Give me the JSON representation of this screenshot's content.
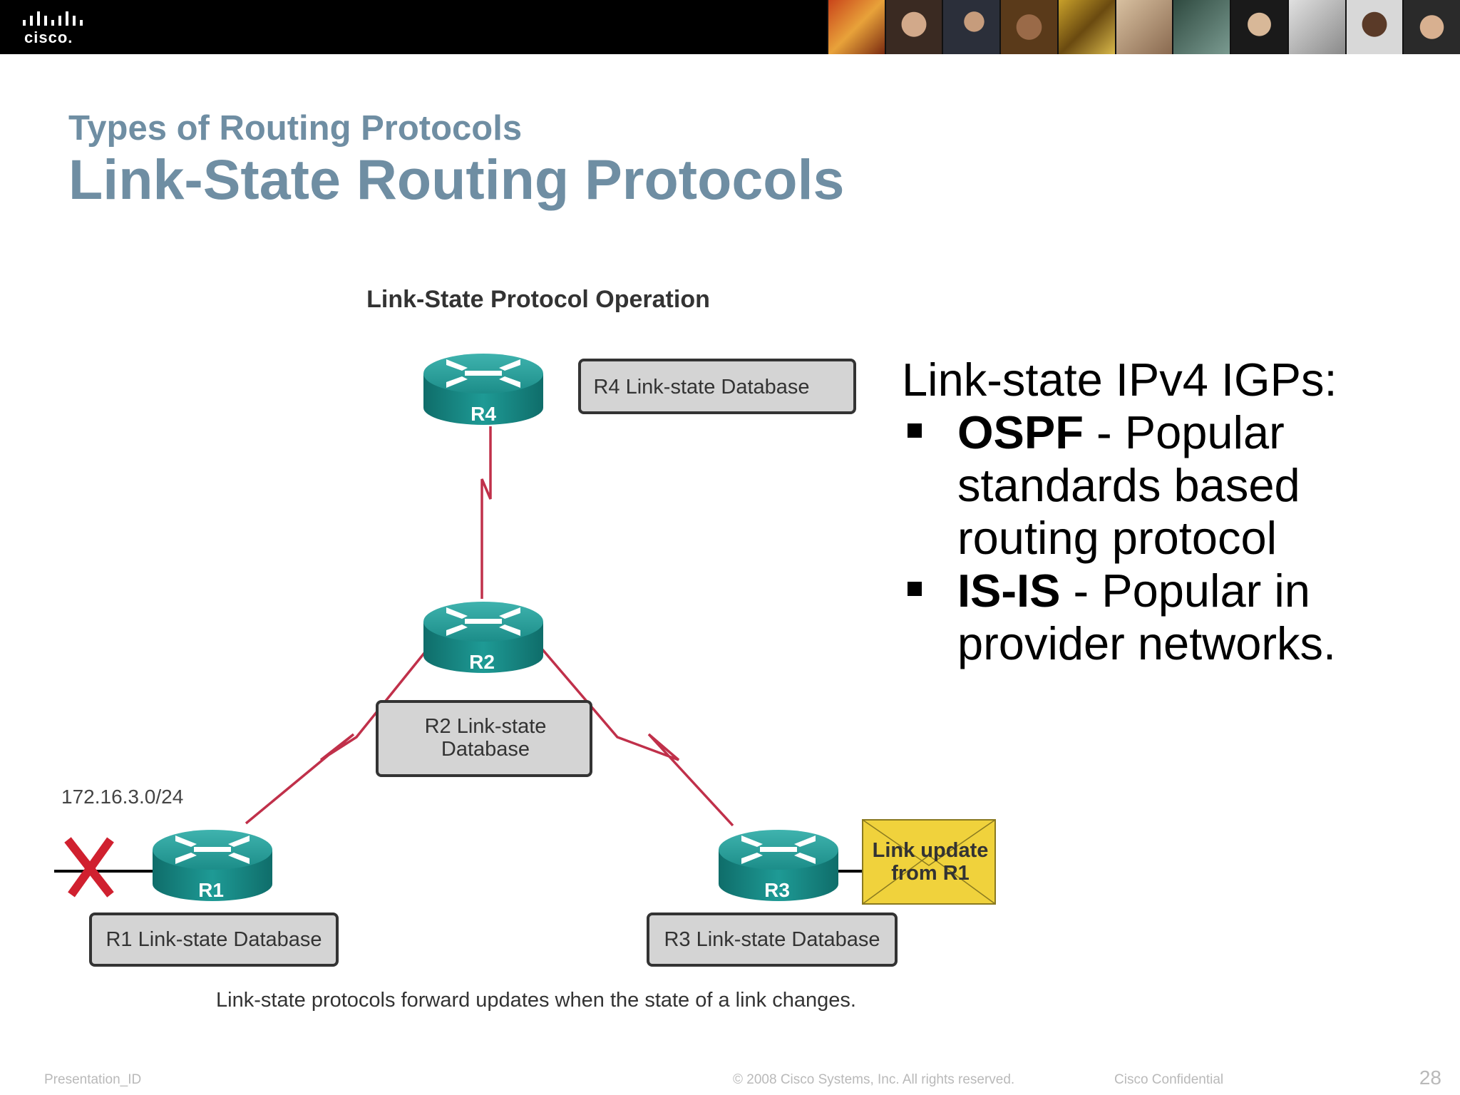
{
  "header": {
    "logo_text": "cisco."
  },
  "slide": {
    "subtitle": "Types of Routing Protocols",
    "title": "Link-State Routing Protocols"
  },
  "diagram": {
    "heading": "Link-State Protocol Operation",
    "routers": {
      "r4": "R4",
      "r2": "R2",
      "r1": "R1",
      "r3": "R3"
    },
    "db": {
      "r4": "R4 Link-state Database",
      "r2_line1": "R2 Link-state",
      "r2_line2": "Database",
      "r1": "R1 Link-state Database",
      "r3": "R3 Link-state Database"
    },
    "network": "172.16.3.0/24",
    "update_line1": "Link update",
    "update_line2": "from R1",
    "caption": "Link-state protocols forward updates when the state of a link changes."
  },
  "bullets": {
    "lead": "Link-state IPv4 IGPs:",
    "items": [
      {
        "term": "OSPF",
        "text": " - Popular standards based routing protocol"
      },
      {
        "term": "IS-IS",
        "text": " - Popular in provider networks."
      }
    ]
  },
  "footer": {
    "left": "Presentation_ID",
    "copyright": "© 2008 Cisco Systems, Inc. All rights reserved.",
    "confidential": "Cisco Confidential",
    "page": "28"
  },
  "colors": {
    "title": "#6f8ea3",
    "router": "#1f8f8b",
    "link": "#c0304a",
    "x_mark": "#d0202f",
    "update": "#f0d23c"
  }
}
